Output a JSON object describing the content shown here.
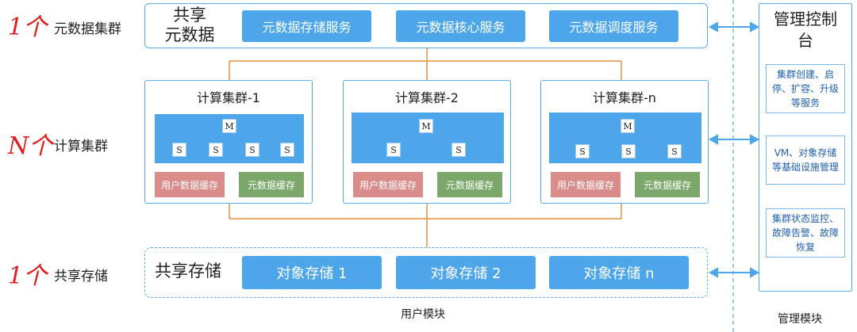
{
  "rows": [
    {
      "count": "1个",
      "name": "元数据集群"
    },
    {
      "count": "N个",
      "name": "计算集群"
    },
    {
      "count": "1个",
      "name": "共享存储"
    }
  ],
  "shared_meta": {
    "title_line1": "共享",
    "title_line2": "元数据",
    "services": [
      "元数据存储服务",
      "元数据核心服务",
      "元数据调度服务"
    ]
  },
  "clusters": [
    {
      "title": "计算集群-1",
      "master": "M",
      "slaves": [
        "S",
        "S",
        "S",
        "S"
      ],
      "user_cache": "用户数据缓存",
      "meta_cache": "元数据缓存"
    },
    {
      "title": "计算集群-2",
      "master": "M",
      "slaves": [
        "S",
        "S"
      ],
      "user_cache": "用户数据缓存",
      "meta_cache": "元数据缓存"
    },
    {
      "title": "计算集群-n",
      "master": "M",
      "slaves": [
        "S",
        "S",
        "S"
      ],
      "user_cache": "用户数据缓存",
      "meta_cache": "元数据缓存"
    }
  ],
  "shared_storage": {
    "title": "共享存储",
    "items": [
      "对象存储 1",
      "对象存储 2",
      "对象存储 n"
    ]
  },
  "management": {
    "title": "管理控制台",
    "items": [
      "集群创建、启停、扩容、升级等服务",
      "VM、对象存储等基础设施管理",
      "集群状态监控、故障告警、故障恢复"
    ]
  },
  "footer": {
    "user_module": "用户模块",
    "mgmt_module": "管理模块"
  },
  "colors": {
    "accent_blue": "#4ea6ea",
    "border_blue": "#5aaae6",
    "connector_orange": "#e8913a",
    "count_red": "#e02020",
    "user_cache": "#d98c8a",
    "meta_cache": "#7ba86a"
  }
}
